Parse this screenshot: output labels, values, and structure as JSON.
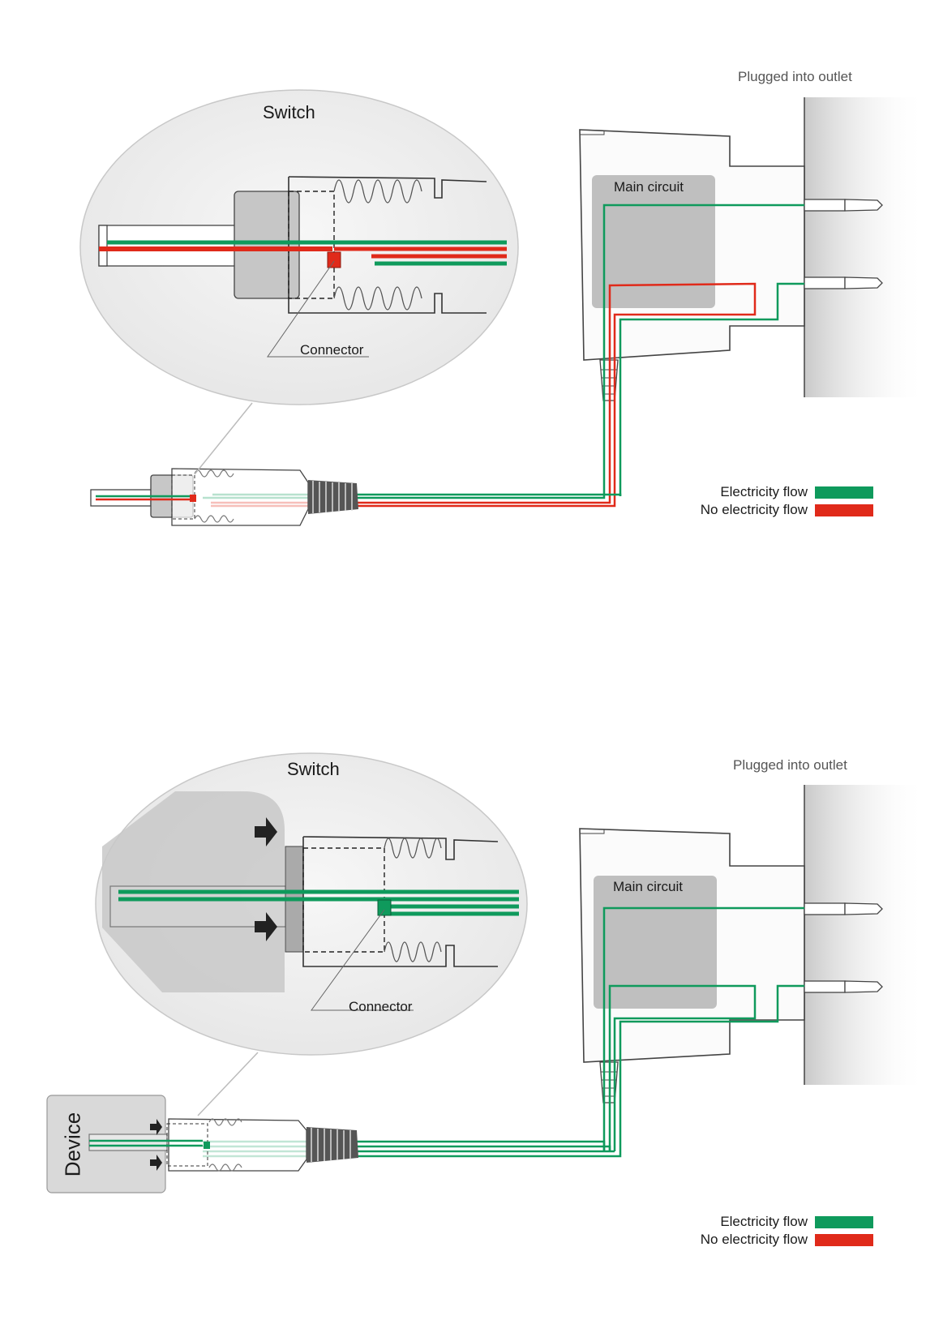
{
  "colors": {
    "flow": "#0f9a5c",
    "no_flow": "#e02a1a",
    "wall": "#d4d4d4",
    "circuit_box": "#bdbdbd",
    "bubble": "#ececec"
  },
  "panels": [
    {
      "state": "unplugged",
      "switch_label": "Switch",
      "connector_label": "Connector",
      "main_circuit_label": "Main circuit",
      "outlet_label": "Plugged into outlet",
      "legend": [
        {
          "label": "Electricity flow",
          "color": "#0f9a5c"
        },
        {
          "label": "No electricity flow",
          "color": "#e02a1a"
        }
      ]
    },
    {
      "state": "plugged-in",
      "switch_label": "Switch",
      "connector_label": "Connector",
      "main_circuit_label": "Main circuit",
      "outlet_label": "Plugged into outlet",
      "device_label": "Device",
      "legend": [
        {
          "label": "Electricity flow",
          "color": "#0f9a5c"
        },
        {
          "label": "No electricity flow",
          "color": "#e02a1a"
        }
      ]
    }
  ]
}
